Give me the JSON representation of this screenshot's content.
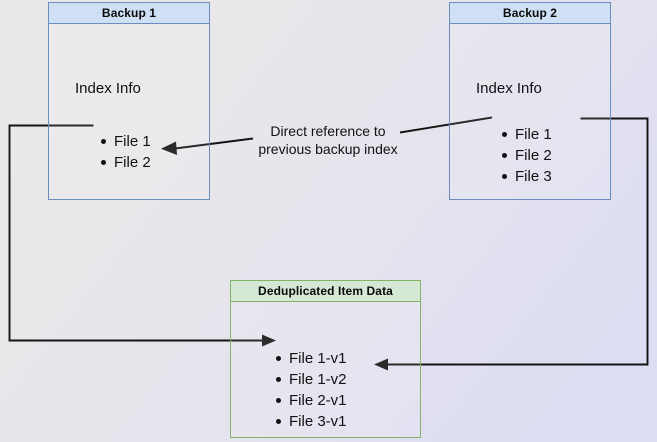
{
  "diagram": {
    "title": "Backup deduplication index reference diagram",
    "background": {
      "gradient_from": "#ebe8e9",
      "gradient_to": "#dcdcf4"
    },
    "colors": {
      "blue_header_fill": "#cfe0f4",
      "blue_border": "#6c8ebf",
      "green_header_fill": "#d5e8d4",
      "green_border": "#82b366",
      "connector": "#141414",
      "text": "#111111"
    },
    "nodes": {
      "backup1": {
        "header": "Backup 1",
        "section_label": "Index Info",
        "items": [
          "File 1",
          "File 2"
        ]
      },
      "backup2": {
        "header": "Backup 2",
        "section_label": "Index Info",
        "items": [
          "File 1",
          "File 2",
          "File 3"
        ]
      },
      "dedup": {
        "header": "Deduplicated Item Data",
        "items": [
          "File 1-v1",
          "File 1-v2",
          "File 2-v1",
          "File 3-v1"
        ]
      }
    },
    "annotations": {
      "direct_reference": {
        "line1": "Direct reference to",
        "line2": "previous backup index"
      }
    },
    "connectors": [
      {
        "name": "backup2-index-to-backup1-index",
        "from": "Backup 2 index list",
        "to": "Backup 1 / File 2",
        "label": "Direct reference to previous backup index"
      },
      {
        "name": "backup1-file1-to-dedup-file1v1",
        "from": "Backup 1 / File 1",
        "to": "Deduplicated Item Data / File 1-v1"
      },
      {
        "name": "backup2-file1-to-dedup-file1v2",
        "from": "Backup 2 / File 1",
        "to": "Deduplicated Item Data / File 1-v2"
      }
    ]
  }
}
